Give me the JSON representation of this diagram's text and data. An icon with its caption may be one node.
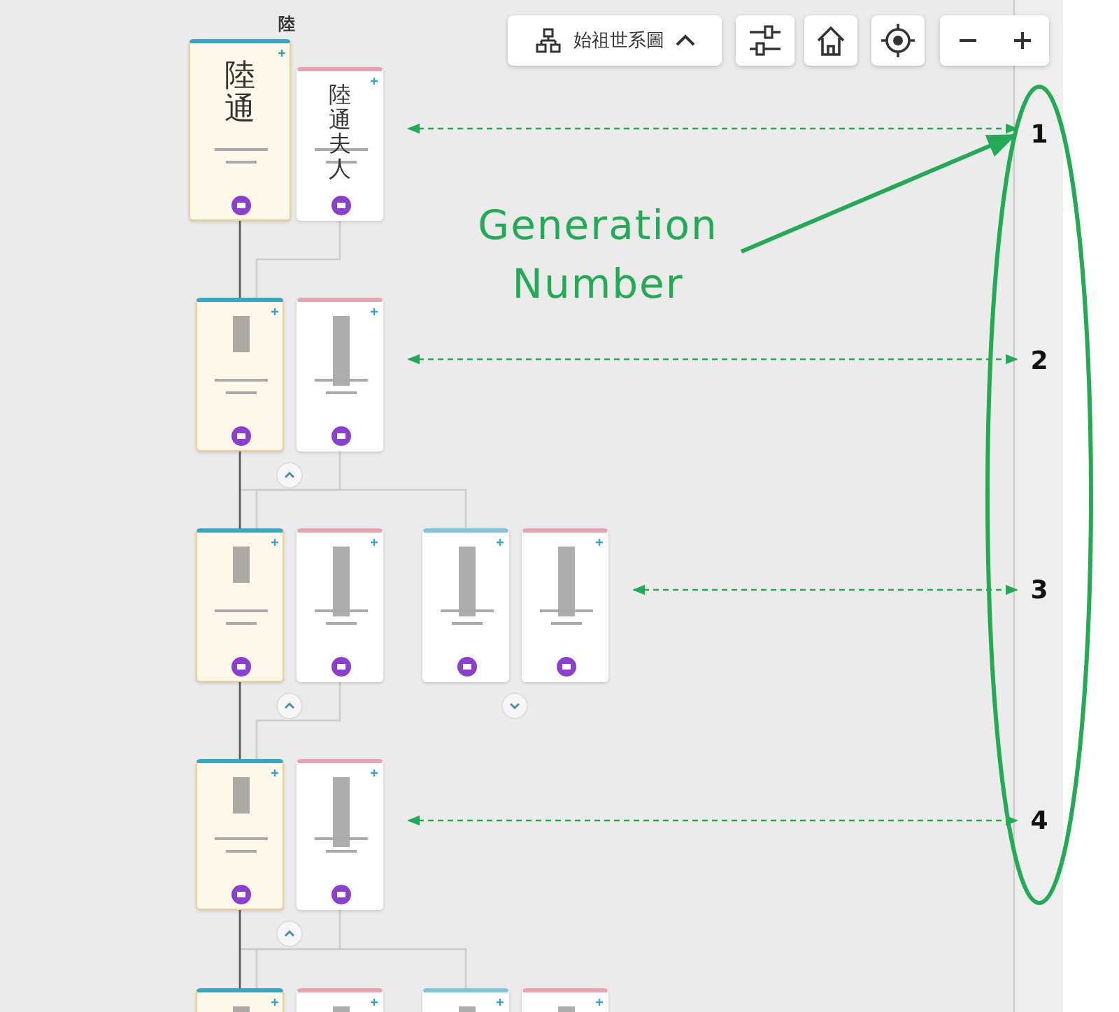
{
  "diagram": {
    "nodes": [
      {
        "text": [
          "陸通"
        ]
      },
      {
        "text": [
          "陸通夫人"
        ]
      },
      {
        "text": [],
        "shape": "box"
      },
      {
        "text": [],
        "shape": "box"
      },
      {
        "text": [],
        "shape": "box"
      },
      {
        "text": [],
        "shape": "box"
      },
      {
        "text": [],
        "shape": "box"
      },
      {
        "text": [],
        "shape": "box"
      },
      {
        "text": [],
        "shape": "box"
      },
      {
        "text": [],
        "shape": "box"
      },
      {
        "text": [],
        "shape": "box"
      },
      {
        "text": [],
        "shape": "box"
      },
      {
        "text": [],
        "shape": "box"
      },
      {
        "text": [],
        "shape": "box"
      },
      {
        "text": [
          "Generation Number"
        ]
      },
      {
        "text": [],
        "shape": "ellipse"
      },
      {
        "text": [
          "1"
        ],
        "in": 15
      },
      {
        "text": [
          "2"
        ],
        "in": 15
      },
      {
        "text": [
          "3"
        ],
        "in": 15
      },
      {
        "text": [
          "4"
        ],
        "in": 15
      }
    ],
    "edges": [
      {
        "from": 1,
        "to": 2,
        "arrow": "none",
        "color": "#cccccc"
      },
      {
        "from": 0,
        "to": 2,
        "arrow": "none",
        "color": "#555555"
      },
      {
        "from": 3,
        "to": 4,
        "arrow": "none",
        "color": "#cccccc"
      },
      {
        "from": 2,
        "to": 6,
        "arrow": "none",
        "color": "#cccccc"
      },
      {
        "from": 2,
        "to": 4,
        "arrow": "none",
        "color": "#555555"
      },
      {
        "from": 5,
        "to": 8,
        "arrow": "none",
        "color": "#cccccc"
      },
      {
        "from": 4,
        "to": 8,
        "arrow": "none",
        "color": "#555555"
      },
      {
        "from": 9,
        "to": 10,
        "arrow": "none",
        "color": "#cccccc"
      },
      {
        "from": 8,
        "to": 12,
        "arrow": "none",
        "color": "#cccccc"
      },
      {
        "from": 8,
        "to": 10,
        "arrow": "none",
        "color": "#555555"
      },
      {
        "from": 1,
        "to": 16,
        "arrow": "both",
        "style": "dashed",
        "color": "#22aa55"
      },
      {
        "from": 3,
        "to": 17,
        "arrow": "both",
        "style": "dashed",
        "color": "#22aa55"
      },
      {
        "from": 7,
        "to": 18,
        "arrow": "both",
        "style": "dashed",
        "color": "#22aa55"
      },
      {
        "from": 9,
        "to": 19,
        "arrow": "both",
        "style": "dashed",
        "color": "#22aa55"
      },
      {
        "from": 14,
        "to": 16,
        "arrow": "to",
        "style": "thick",
        "color": "#22aa55"
      }
    ],
    "labels": [
      "陸",
      "始祖世系圖"
    ]
  }
}
